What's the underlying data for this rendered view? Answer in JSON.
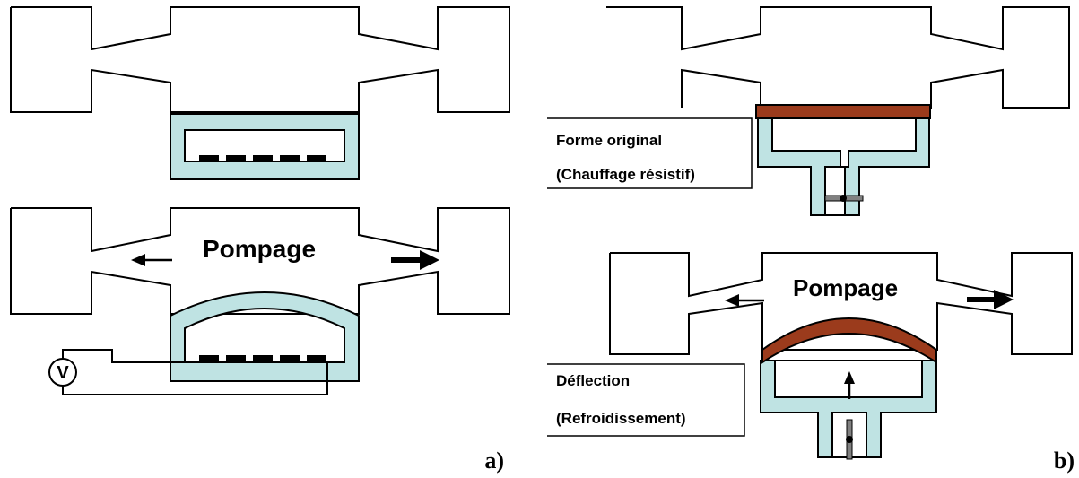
{
  "panel_a": {
    "pumping_label": "Pompage",
    "voltmeter_label": "V",
    "panel_letter": "a)"
  },
  "panel_b": {
    "original_line1": "Forme original",
    "original_line2": "(Chauffage résistif)",
    "pumping_label": "Pompage",
    "deflection_line1": "Déflection",
    "deflection_line2": "(Refroidissement)",
    "panel_letter": "b)"
  },
  "colors": {
    "membrane_blue": "#bfe3e3",
    "heater_brown": "#9b3b1c",
    "outline": "#000000",
    "valve_gray": "#808080"
  }
}
